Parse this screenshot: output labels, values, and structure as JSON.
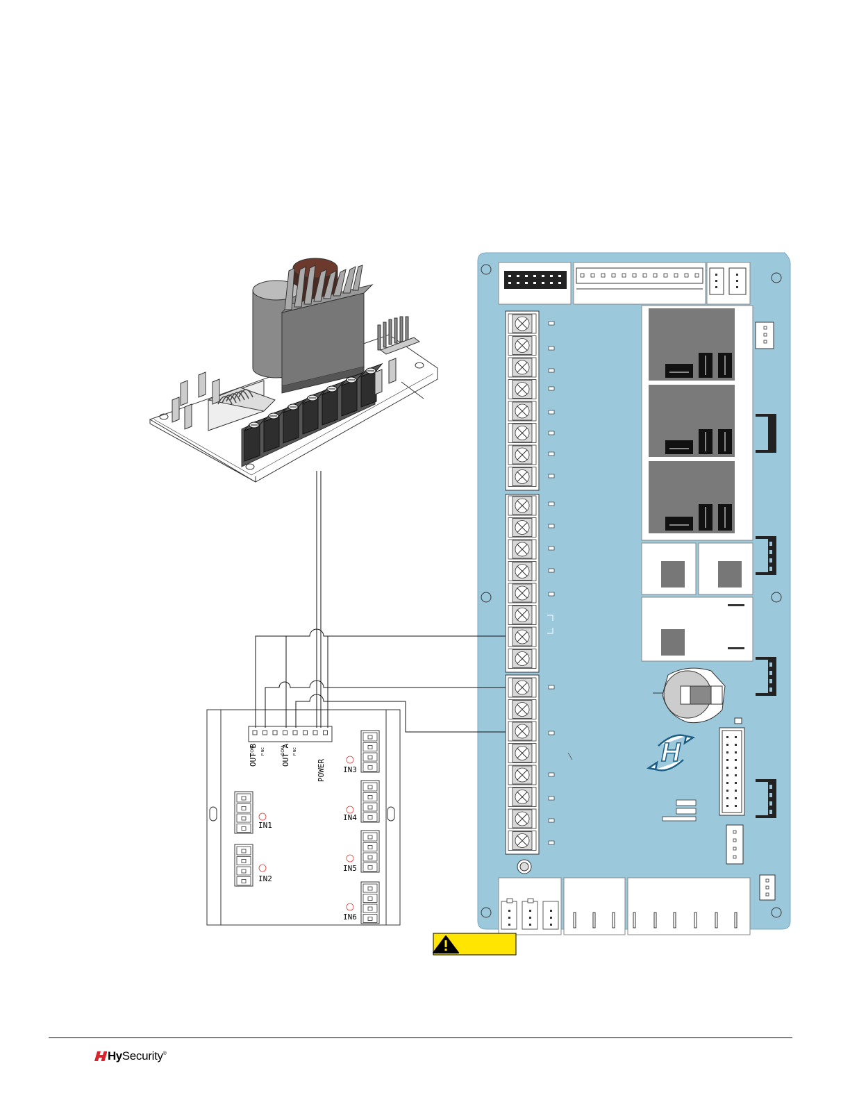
{
  "relay_module": {
    "outputs": [
      {
        "name": "OUT B",
        "com": "COM",
        "pnc": "P NC"
      },
      {
        "name": "OUT A",
        "com": "COM",
        "pnc": "P NC"
      }
    ],
    "power_label": "POWER",
    "inputs": [
      "IN1",
      "IN2",
      "IN3",
      "IN4",
      "IN5",
      "IN6"
    ]
  },
  "warning_badge": {
    "color": "#FFE500"
  },
  "board": {
    "color": "#9CC8DC",
    "logo_icon": "hysecurity-h-arrows-icon"
  },
  "footer": {
    "brand_bold": "Hy",
    "brand_light": "Security",
    "brand_tm": "®",
    "brand_color": "#D8232A"
  }
}
